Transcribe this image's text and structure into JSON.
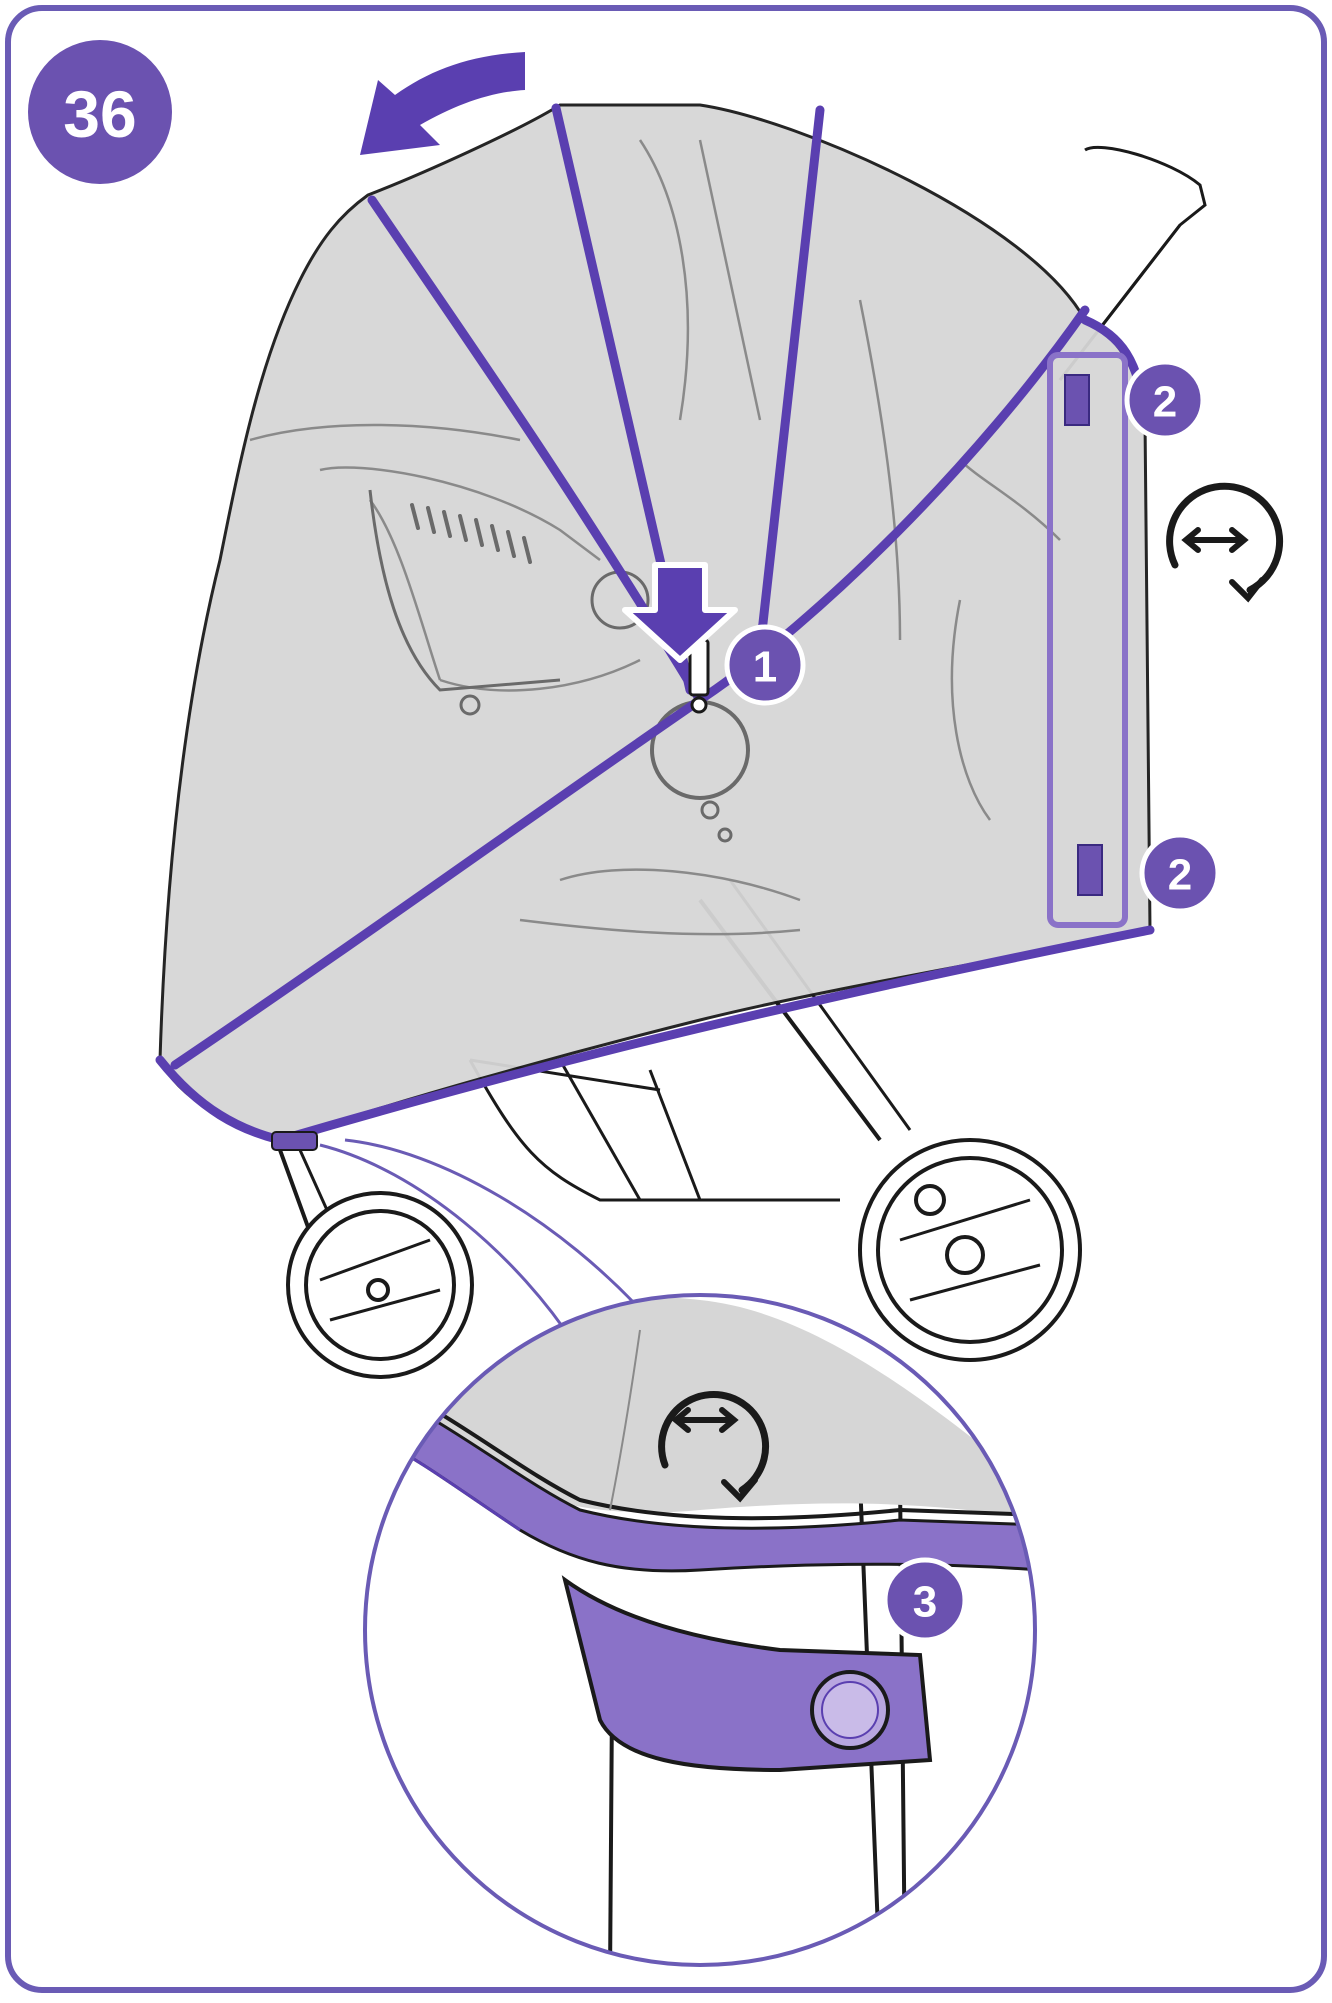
{
  "step": {
    "number": "36"
  },
  "callouts": [
    {
      "id": "callout-1",
      "label": "1"
    },
    {
      "id": "callout-2a",
      "label": "2"
    },
    {
      "id": "callout-2b",
      "label": "2"
    },
    {
      "id": "callout-3",
      "label": "3"
    }
  ],
  "icons": {
    "fold_arrow": "curved-arrow-left-icon",
    "push_arrow": "down-arrow-icon",
    "adjust_upper": "rotate-adjust-icon",
    "adjust_detail": "rotate-adjust-icon"
  },
  "colors": {
    "frame_border": "#6a5bb5",
    "badge_fill": "#6b52b0",
    "accent_purple": "#5a3fb0",
    "strap_fill": "#8a72c8",
    "cover_gray": "#d6d6d6",
    "line_black": "#1a1a1a"
  }
}
